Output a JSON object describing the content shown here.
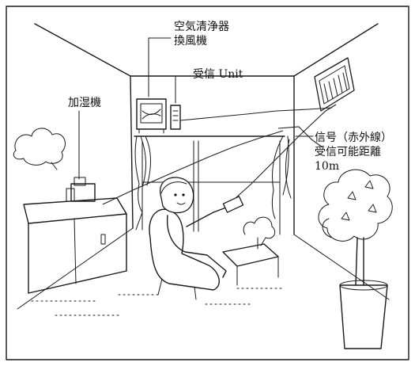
{
  "labels": {
    "air_purifier_line1": "空気清浄器",
    "air_purifier_line2": "換風機",
    "receiver_unit": "受信 Unit",
    "humidifier": "加湿機",
    "signal_line1": "信号（赤外線）",
    "signal_line2": "受信可能距離",
    "signal_line3": "10m"
  }
}
